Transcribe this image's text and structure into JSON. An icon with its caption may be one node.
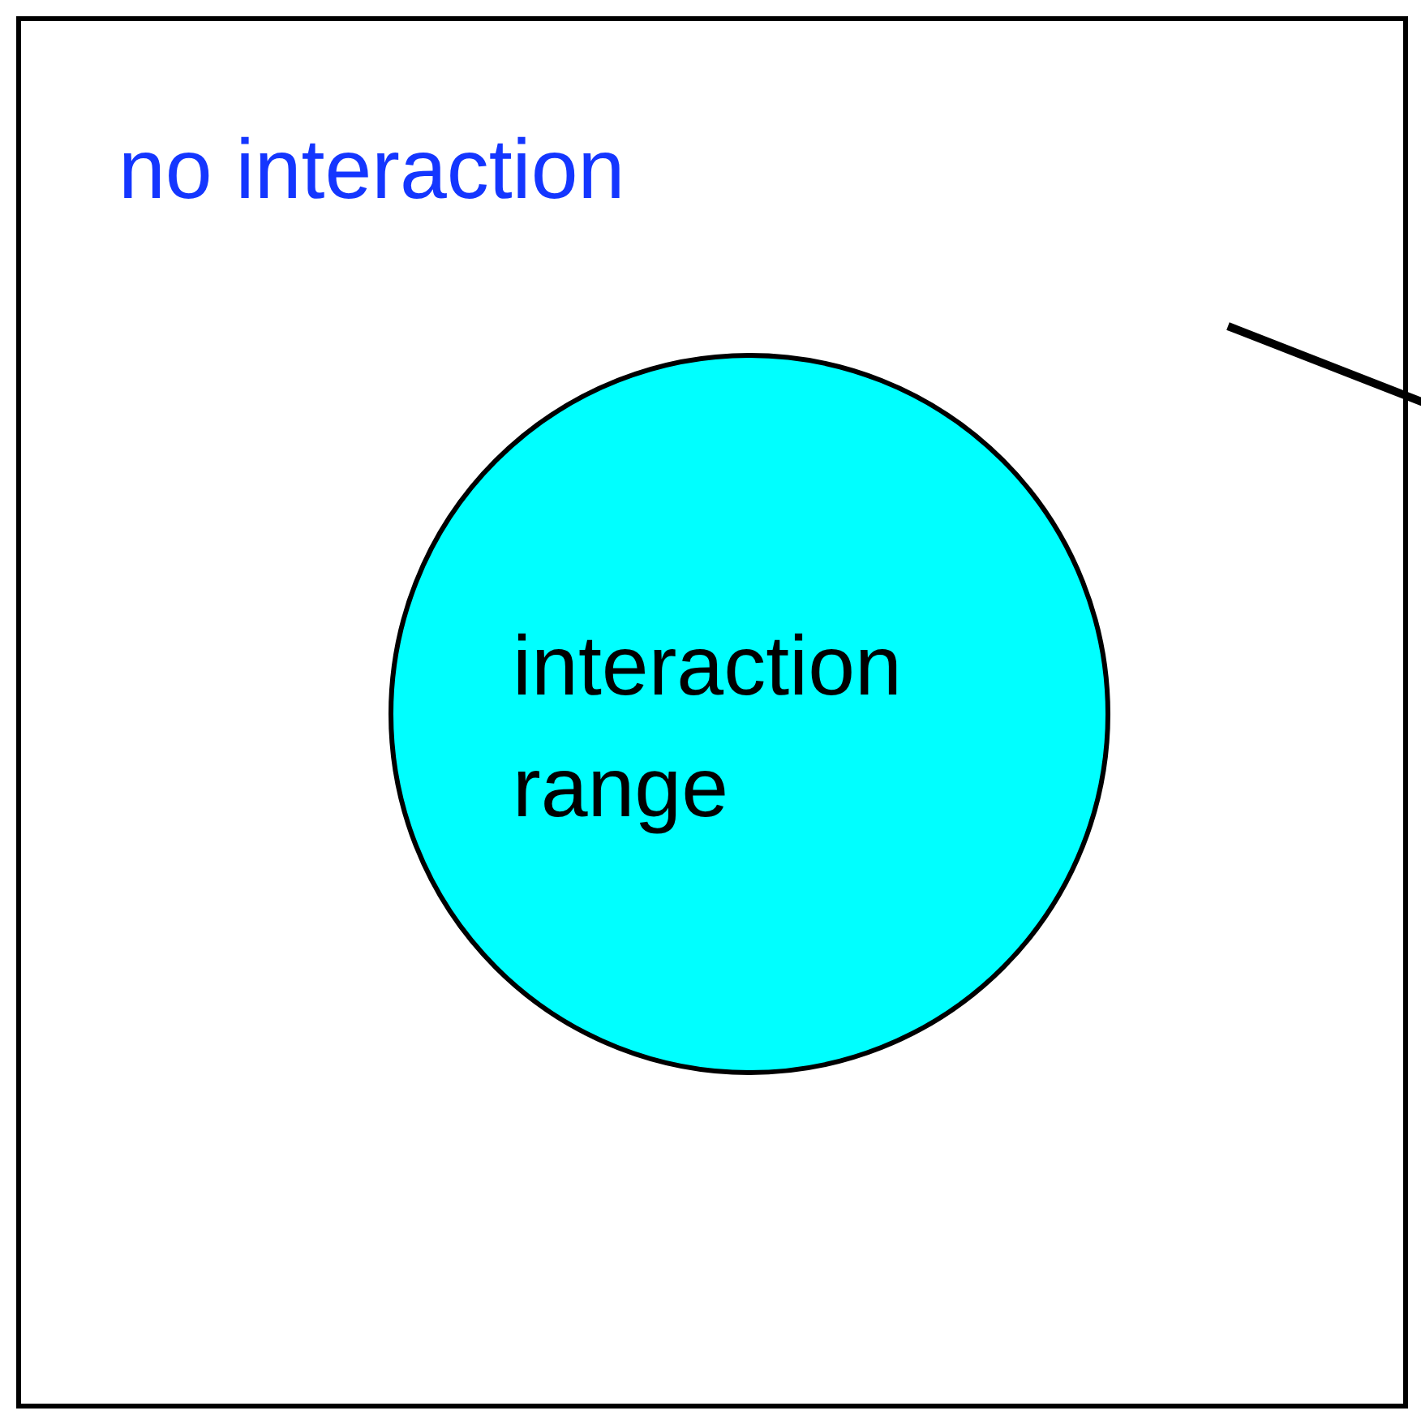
{
  "diagram": {
    "nodes": [
      {
        "text": [
          "no interaction"
        ]
      },
      {
        "text": [
          "interaction range"
        ],
        "in": 0
      }
    ]
  }
}
